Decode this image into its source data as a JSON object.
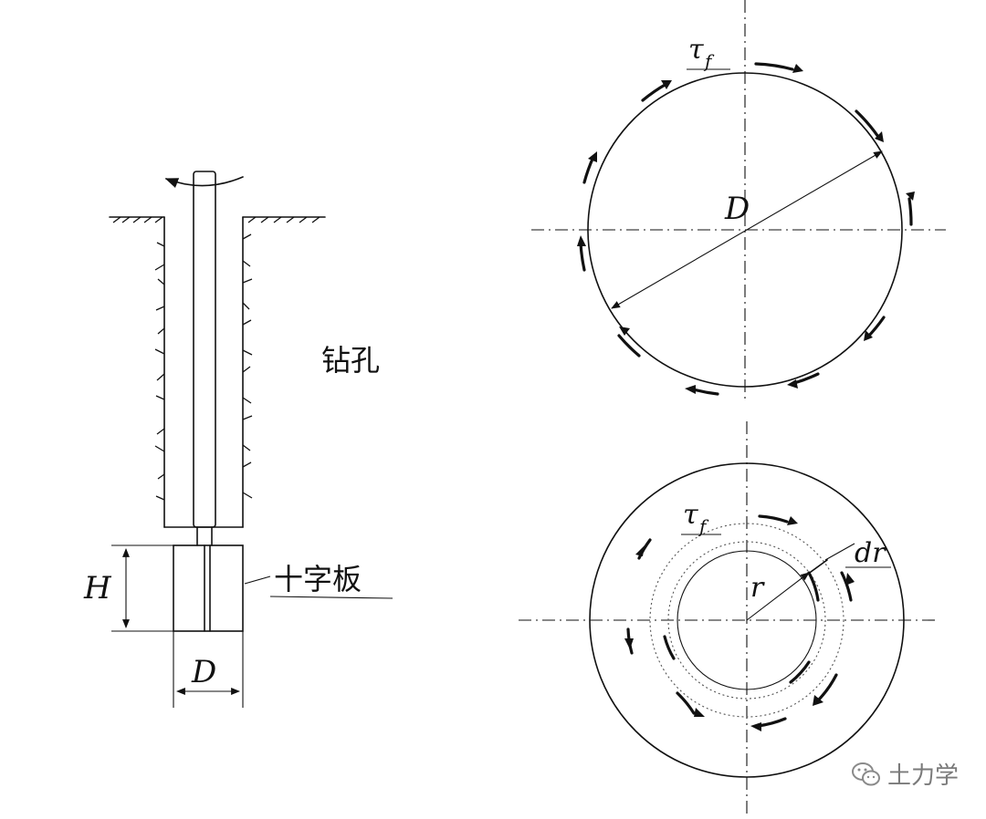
{
  "left_figure": {
    "borehole_label": "钻孔",
    "vane_label": "十字板",
    "height_symbol": "H",
    "diameter_symbol": "D"
  },
  "top_circle": {
    "shear_symbol": "τ",
    "shear_subscript": "f",
    "diameter_symbol": "D"
  },
  "bottom_circle": {
    "shear_symbol": "τ",
    "shear_subscript": "f",
    "radius_symbol": "r",
    "ring_width_symbol": "dr"
  },
  "watermark": {
    "label": "土力学",
    "icon": "wechat-icon"
  }
}
